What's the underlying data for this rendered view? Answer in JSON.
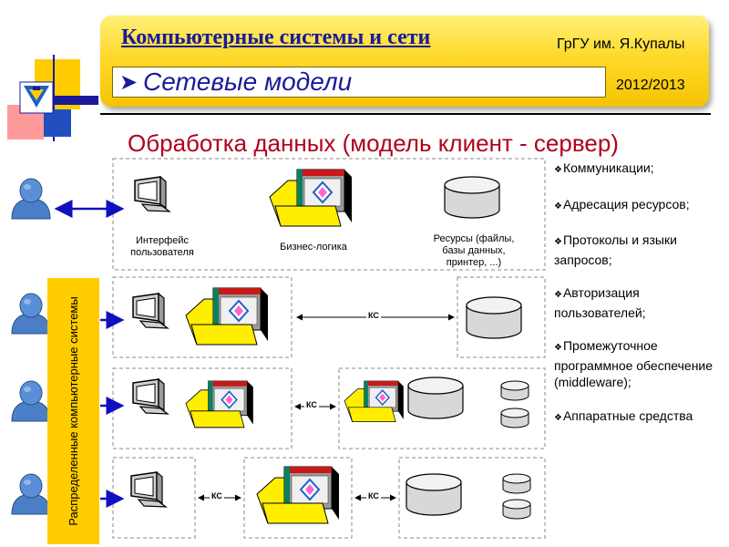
{
  "header": {
    "course_title": "Компьютерные системы и сети",
    "university": "ГрГУ им. Я.Купалы",
    "topic": "Сетевые модели",
    "year": "2012/2013"
  },
  "slide_title": "Обработка данных (модель клиент - сервер)",
  "top_row": {
    "interface_label": "Интерфейс пользователя",
    "logic_label": "Бизнес-логика",
    "resources_label": "Ресурсы (файлы, базы данных, принтер, ...)"
  },
  "connector_label": "КС",
  "side_label": "Распределенные компьютерные системы",
  "right_list": [
    "Коммуникации;",
    "Адресация ресурсов;",
    "Протоколы и языки запросов;",
    "Авторизация пользователей;",
    "Промежуточное программное обеспечение (middleware);",
    "Аппаратные средства"
  ],
  "colors": {
    "header_yellow": "#ffd92a",
    "title_blue": "#1a1a9a",
    "slide_title_red": "#b0001c",
    "user_blue": "#4a7fc8",
    "arrow_blue": "#1010c0",
    "folder_yellow": "#ffee00"
  },
  "icons": [
    "logo-icon",
    "user-icon",
    "monitor-icon",
    "folder-app-icon",
    "database-icon"
  ]
}
